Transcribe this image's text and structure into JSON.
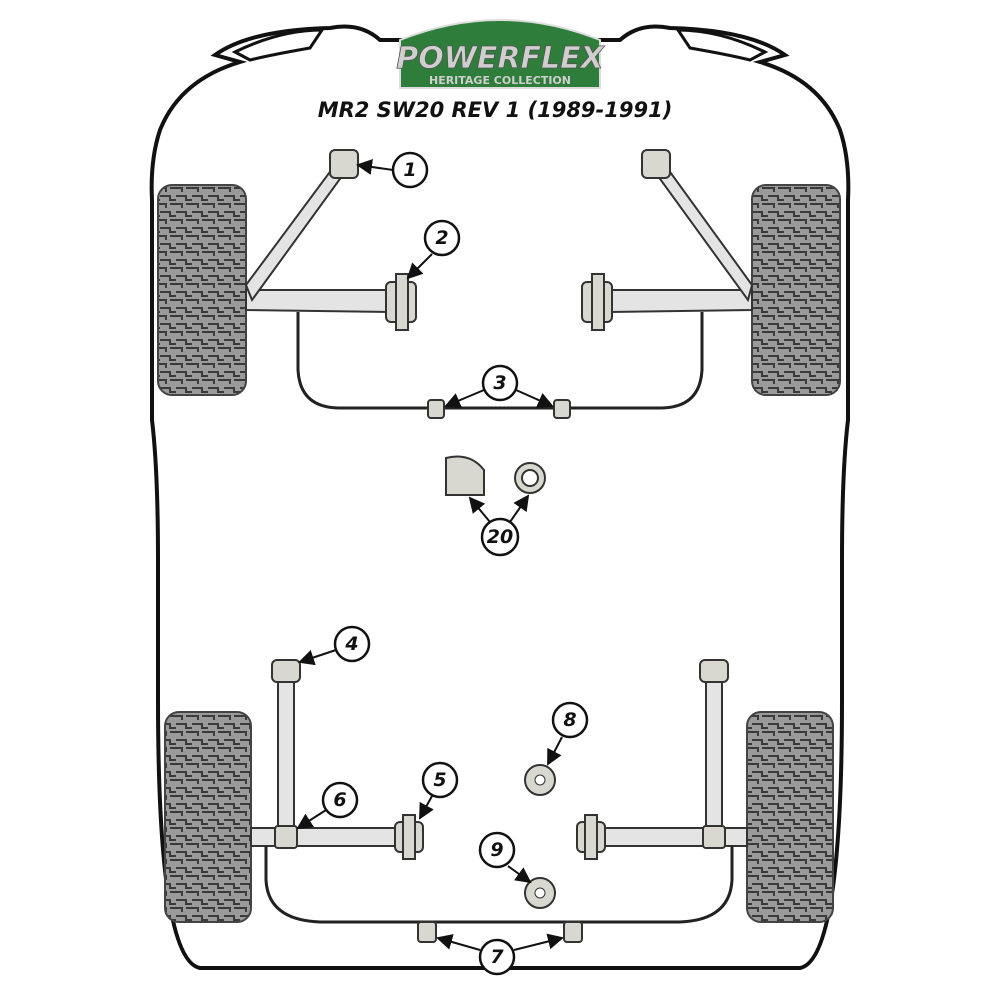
{
  "logo": {
    "brand": "POWERFLEX",
    "subtitle": "HERITAGE COLLECTION",
    "colors": {
      "green": "#2e7d3a",
      "silver": "#c8c8c8"
    }
  },
  "title": "MR2 SW20 REV 1 (1989-1991)",
  "callouts": [
    {
      "label": "1",
      "part": "front-upper-link-bush"
    },
    {
      "label": "2",
      "part": "front-arm-bush"
    },
    {
      "label": "3",
      "part": "front-anti-roll-bar-bush"
    },
    {
      "label": "20",
      "part": "bush-pair"
    },
    {
      "label": "4",
      "part": "rear-upper-link-bush"
    },
    {
      "label": "5",
      "part": "rear-arm-bush"
    },
    {
      "label": "6",
      "part": "rear-link-inner-bush"
    },
    {
      "label": "7",
      "part": "rear-anti-roll-bar-bush"
    },
    {
      "label": "8",
      "part": "mount-bush"
    },
    {
      "label": "9",
      "part": "mount-bush"
    }
  ]
}
